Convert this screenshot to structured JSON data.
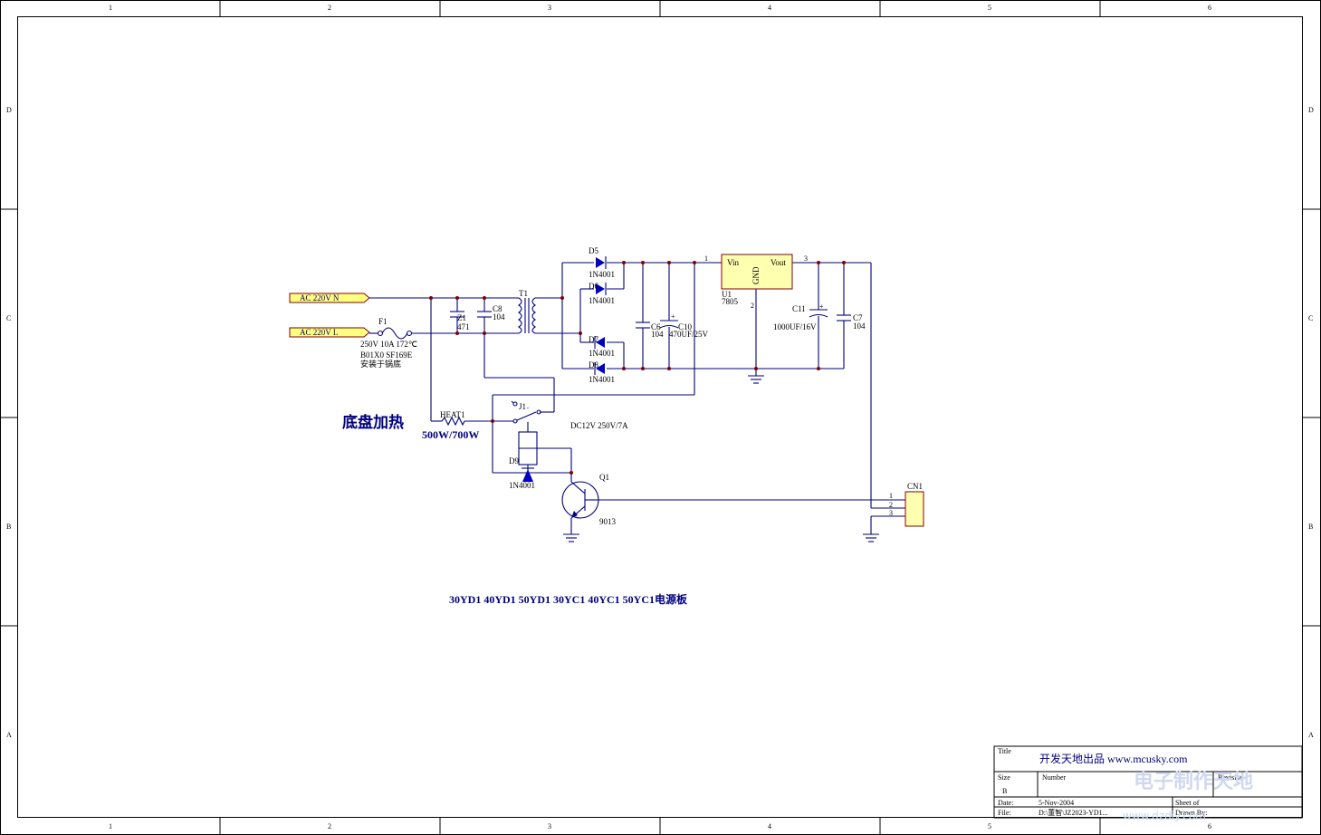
{
  "border": {
    "col_labels": [
      "1",
      "2",
      "3",
      "4",
      "5",
      "6"
    ],
    "row_labels": [
      "D",
      "C",
      "B",
      "A"
    ]
  },
  "nets": {
    "ac_n": "AC 220V N",
    "ac_l": "AC 220V L"
  },
  "components": {
    "f1": {
      "ref": "F1",
      "line1": "250V 10A  172℃",
      "line2": "B01X0    SF169E",
      "line3": "安装于锅底"
    },
    "z1": {
      "ref": "Z1",
      "value": "471"
    },
    "c8": {
      "ref": "C8",
      "value": "104"
    },
    "t1": {
      "ref": "T1"
    },
    "d5": {
      "ref": "D5",
      "value": "1N4001"
    },
    "d6": {
      "ref": "D6",
      "value": "1N4001"
    },
    "d7": {
      "ref": "D7",
      "value": "1N4001"
    },
    "d8": {
      "ref": "D8",
      "value": "1N4001"
    },
    "c6": {
      "ref": "C6",
      "value": "104"
    },
    "c10": {
      "ref": "C10",
      "value": "470UF/25V"
    },
    "u1": {
      "ref": "U1",
      "value": "7805",
      "pin_vin": "Vin",
      "pin_vout": "Vout",
      "pin_gnd": "GND",
      "n1": "1",
      "n2": "2",
      "n3": "3"
    },
    "c11": {
      "ref": "C11",
      "value": "1000UF/16V"
    },
    "c7": {
      "ref": "C7",
      "value": "104"
    },
    "j1": {
      "ref": "J1",
      "value": "DC12V  250V/7A"
    },
    "heat1": {
      "ref": "HEAT1"
    },
    "d9": {
      "ref": "D9",
      "value": "1N4001"
    },
    "q1": {
      "ref": "Q1",
      "value": "9013"
    },
    "cn1": {
      "ref": "CN1",
      "p1": "1",
      "p2": "2",
      "p3": "3"
    }
  },
  "annotations": {
    "heater_cn": "底盘加热",
    "heater_power": "500W/700W",
    "board_title": "30YD1  40YD1  50YD1  30YC1  40YC1  50YC1电源板"
  },
  "title_block": {
    "title_label": "Title",
    "title_value": "开发天地出品  www.mcusky.com",
    "size_label": "Size",
    "size_value": "B",
    "number_label": "Number",
    "revision_label": "Revision",
    "date_label": "Date:",
    "date_value": "5-Nov-2004",
    "file_label": "File:",
    "file_value": "D:\\董智\\JZ2023-YD1...",
    "sheet_label": "Sheet   of",
    "drawn_label": "Drawn By:"
  },
  "watermark": {
    "line1": "电子制作天地",
    "line2": "www.dzdiy.com"
  }
}
